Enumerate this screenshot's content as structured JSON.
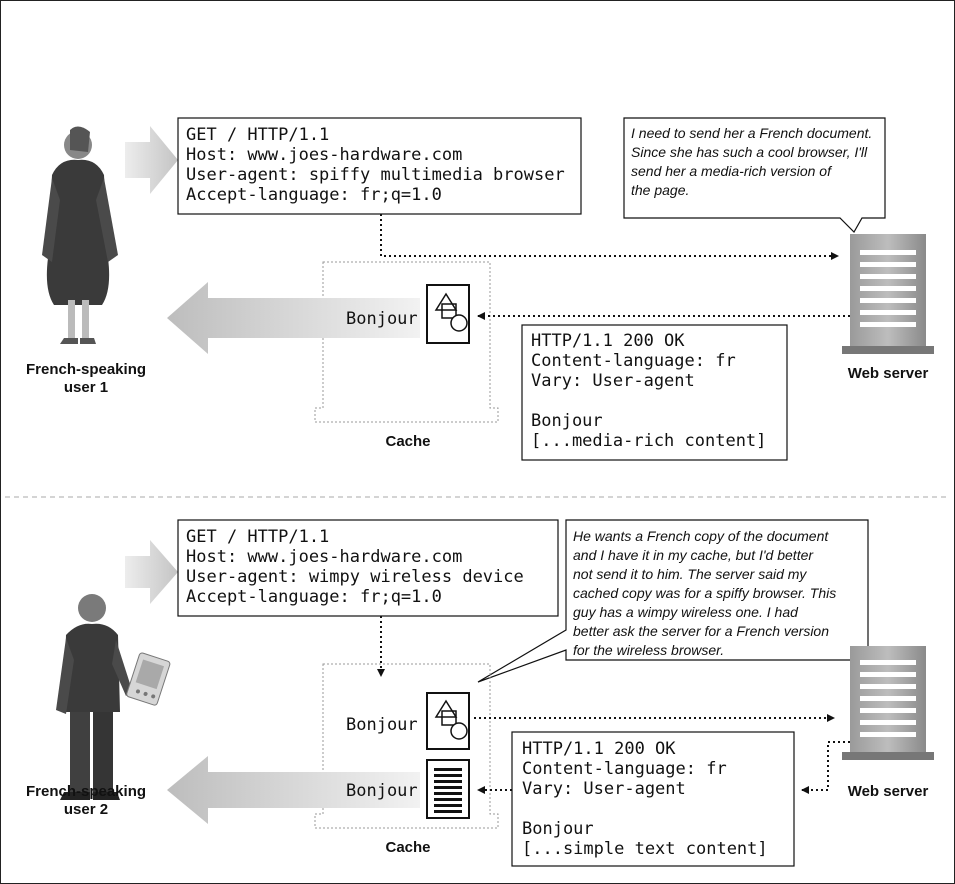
{
  "scenario1": {
    "request": {
      "line1": "GET / HTTP/1.1",
      "line2": "Host: www.joes-hardware.com",
      "line3": "User-agent: spiffy multimedia browser",
      "line4": "Accept-language: fr;q=1.0"
    },
    "server_thought": {
      "line1": "I need to send her a French document.",
      "line2": "Since she has such a cool browser, I'll",
      "line3": "send her a media-rich version of",
      "line4": "the page."
    },
    "response": {
      "line1": "HTTP/1.1 200 OK",
      "line2": "Content-language: fr",
      "line3": "Vary: User-agent",
      "line4": "Bonjour",
      "line5": "[...media-rich content]"
    },
    "bonjour_label": "Bonjour",
    "user_label_line1": "French-speaking",
    "user_label_line2": "user 1",
    "server_label": "Web server",
    "cache_label": "Cache"
  },
  "scenario2": {
    "request": {
      "line1": "GET / HTTP/1.1",
      "line2": "Host: www.joes-hardware.com",
      "line3": "User-agent: wimpy wireless device",
      "line4": "Accept-language: fr;q=1.0"
    },
    "cache_thought": {
      "line1": "He wants a French copy of the document",
      "line2": "and I have it in my cache, but I'd better",
      "line3": "not send it to him. The server said my",
      "line4": "cached copy was for a spiffy browser. This",
      "line5": "guy has a wimpy wireless one. I had",
      "line6": "better ask the server for a French version",
      "line7": "for the wireless browser."
    },
    "response": {
      "line1": "HTTP/1.1 200 OK",
      "line2": "Content-language: fr",
      "line3": "Vary: User-agent",
      "line4": "Bonjour",
      "line5": "[...simple text content]"
    },
    "bonjour_cached_label": "Bonjour",
    "bonjour_new_label": "Bonjour",
    "user_label_line1": "French-speaking",
    "user_label_line2": "user 2",
    "server_label": "Web server",
    "cache_label": "Cache"
  },
  "icons": {
    "user1": "woman-user-icon",
    "user2": "man-with-pda-user-icon",
    "server": "web-server-icon",
    "rich_doc": "media-rich-document-icon",
    "text_doc": "text-document-icon"
  },
  "colors": {
    "ink": "#111111",
    "figure_dark": "#3a3a3a",
    "arrow_gray": "#c8c8c8",
    "dotted": "#999999"
  }
}
